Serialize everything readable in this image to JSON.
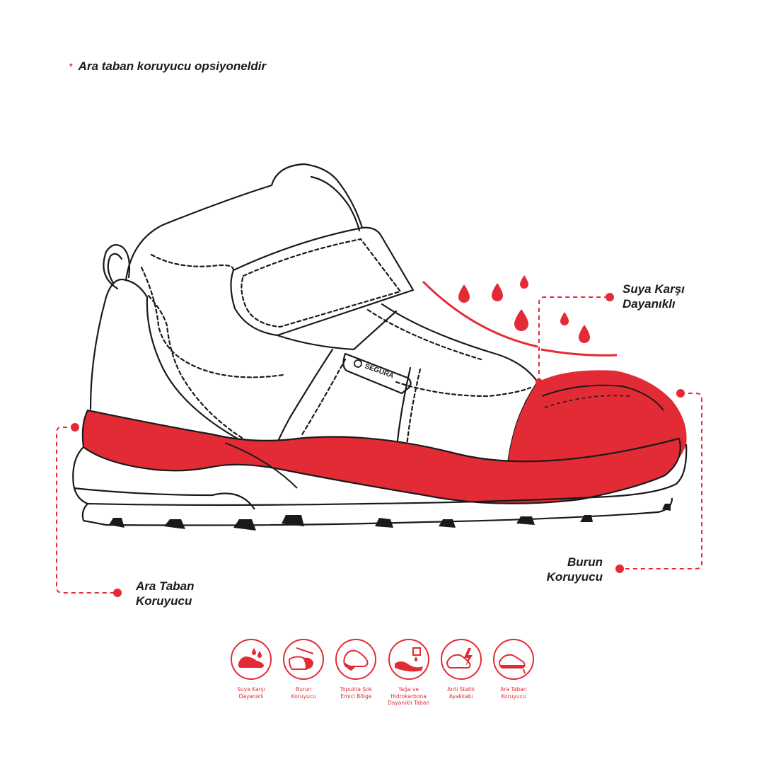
{
  "note": {
    "marker": "*",
    "text": "Ara taban koruyucu opsiyoneldir"
  },
  "brand": {
    "logo_text": "SEGURA"
  },
  "callouts": {
    "water": {
      "line1": "Suya Karşı",
      "line2": "Dayanıklı"
    },
    "toe": {
      "line1": "Burun",
      "line2": "Koruyucu"
    },
    "midsole": {
      "line1": "Ara Taban",
      "line2": "Koruyucu"
    }
  },
  "features": [
    {
      "icon": "water-resistant-icon",
      "label": "Suya Karşı\nDayanıklı"
    },
    {
      "icon": "toe-protection-icon",
      "label": "Burun\nKoruyucu"
    },
    {
      "icon": "heel-shock-icon",
      "label": "Topukta Şok\nEmici Bölge"
    },
    {
      "icon": "oil-resistant-icon",
      "label": "Yağa ve\nHidrokarbona\nDayanıklı Taban"
    },
    {
      "icon": "anti-static-icon",
      "label": "Anti Statik\nAyakkabı"
    },
    {
      "icon": "midsole-protection-icon",
      "label": "Ara Taban\nKoruyucu"
    }
  ],
  "colors": {
    "accent": "#e32b36",
    "line": "#1a1a1a"
  }
}
